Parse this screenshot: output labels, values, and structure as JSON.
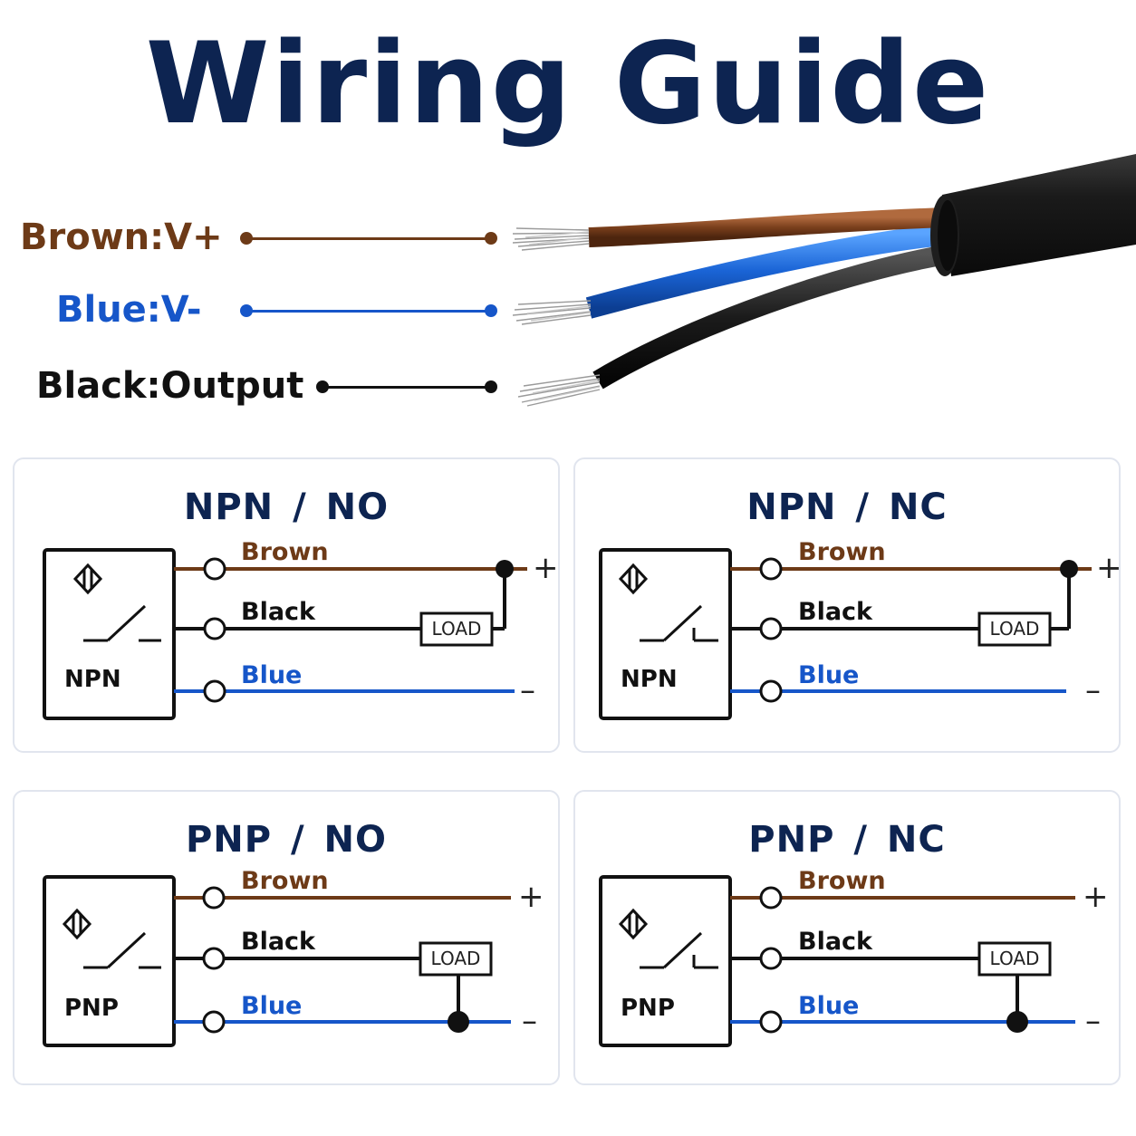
{
  "title": "Wiring Guide",
  "colors": {
    "title": "#0d2451",
    "brown": "#6d3a17",
    "blue": "#1656c9",
    "black": "#111111",
    "panel_border": "#e1e5ee"
  },
  "wire_legend": [
    {
      "label": "Brown:V+",
      "color_key": "brown"
    },
    {
      "label": "Blue:V-",
      "color_key": "blue"
    },
    {
      "label": "Black:Output",
      "color_key": "black"
    }
  ],
  "diagrams": [
    {
      "title": "NPN / NO",
      "sensor_type": "NPN",
      "contact": "NO",
      "brown": "Brown",
      "black": "Black",
      "blue": "Blue",
      "load": "LOAD",
      "plus": "+",
      "minus": "–"
    },
    {
      "title": "NPN / NC",
      "sensor_type": "NPN",
      "contact": "NC",
      "brown": "Brown",
      "black": "Black",
      "blue": "Blue",
      "load": "LOAD",
      "plus": "+",
      "minus": "–"
    },
    {
      "title": "PNP / NO",
      "sensor_type": "PNP",
      "contact": "NO",
      "brown": "Brown",
      "black": "Black",
      "blue": "Blue",
      "load": "LOAD",
      "plus": "+",
      "minus": "–"
    },
    {
      "title": "PNP / NC",
      "sensor_type": "PNP",
      "contact": "NC",
      "brown": "Brown",
      "black": "Black",
      "blue": "Blue",
      "load": "LOAD",
      "plus": "+",
      "minus": "–"
    }
  ]
}
